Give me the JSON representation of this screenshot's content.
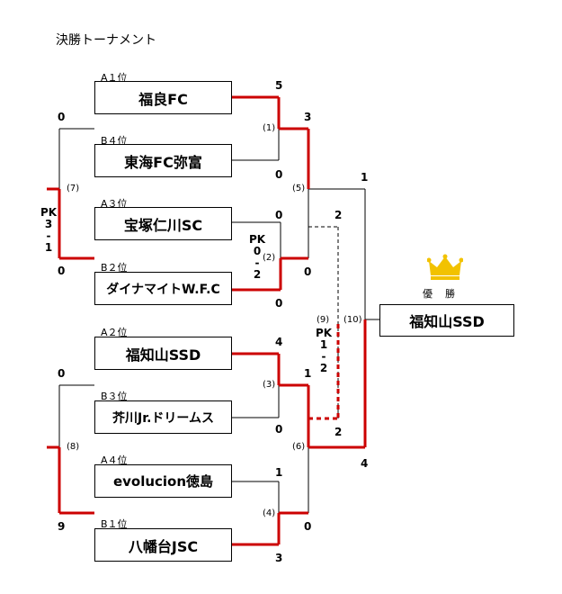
{
  "title": "決勝トーナメント",
  "teams": [
    {
      "seed": "A１位",
      "name": "福良FC"
    },
    {
      "seed": "B４位",
      "name": "東海FC弥富"
    },
    {
      "seed": "A３位",
      "name": "宝塚仁川SC"
    },
    {
      "seed": "B２位",
      "name": "ダイナマイトW.F.C"
    },
    {
      "seed": "A２位",
      "name": "福知山SSD"
    },
    {
      "seed": "B３位",
      "name": "芥川Jr.ドリームス"
    },
    {
      "seed": "A４位",
      "name": "evolucion徳島"
    },
    {
      "seed": "B１位",
      "name": "八幡台JSC"
    }
  ],
  "matches": [
    "(1)",
    "(2)",
    "(3)",
    "(4)",
    "(5)",
    "(6)",
    "(7)",
    "(8)",
    "(9)",
    "(10)"
  ],
  "scores": {
    "m1_top": "5",
    "m1_bottom": "0",
    "m2_top": "0",
    "m2_bottom": "0",
    "m3_top": "4",
    "m3_bottom": "0",
    "m4_top": "1",
    "m4_bottom": "3",
    "m5_top": "3",
    "m5_bottom": "0",
    "m6_top": "1",
    "m6_bottom": "0",
    "m7_top": "0",
    "m7_bottom": "0",
    "m8_top": "0",
    "m8_bottom": "9",
    "m9_top": "2",
    "m9_bottom": "2",
    "m10_top": "1",
    "m10_bottom": "4"
  },
  "pk": {
    "m7": [
      "PK",
      "3",
      "-",
      "1"
    ],
    "m2": [
      "PK",
      "0",
      "-",
      "2"
    ],
    "m9": [
      "PK",
      "1",
      "-",
      "2"
    ]
  },
  "champion": {
    "label": "優勝",
    "name": "福知山SSD",
    "icon": "crown-icon"
  },
  "colors": {
    "winner_line": "#cc0000",
    "line": "#000000",
    "crown": "#f2c200"
  }
}
